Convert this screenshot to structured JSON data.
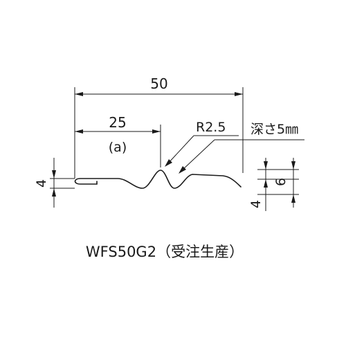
{
  "drawing": {
    "dim_overall_width": "50",
    "dim_half_width": "25",
    "dim_half_width_note": "(a)",
    "dim_radius": "R2.5",
    "dim_depth": "深さ5㎜",
    "dim_left_height": "4",
    "dim_right_height_upper": "6",
    "dim_right_height_lower": "4",
    "caption": "WFS50G2（受注生産）"
  }
}
